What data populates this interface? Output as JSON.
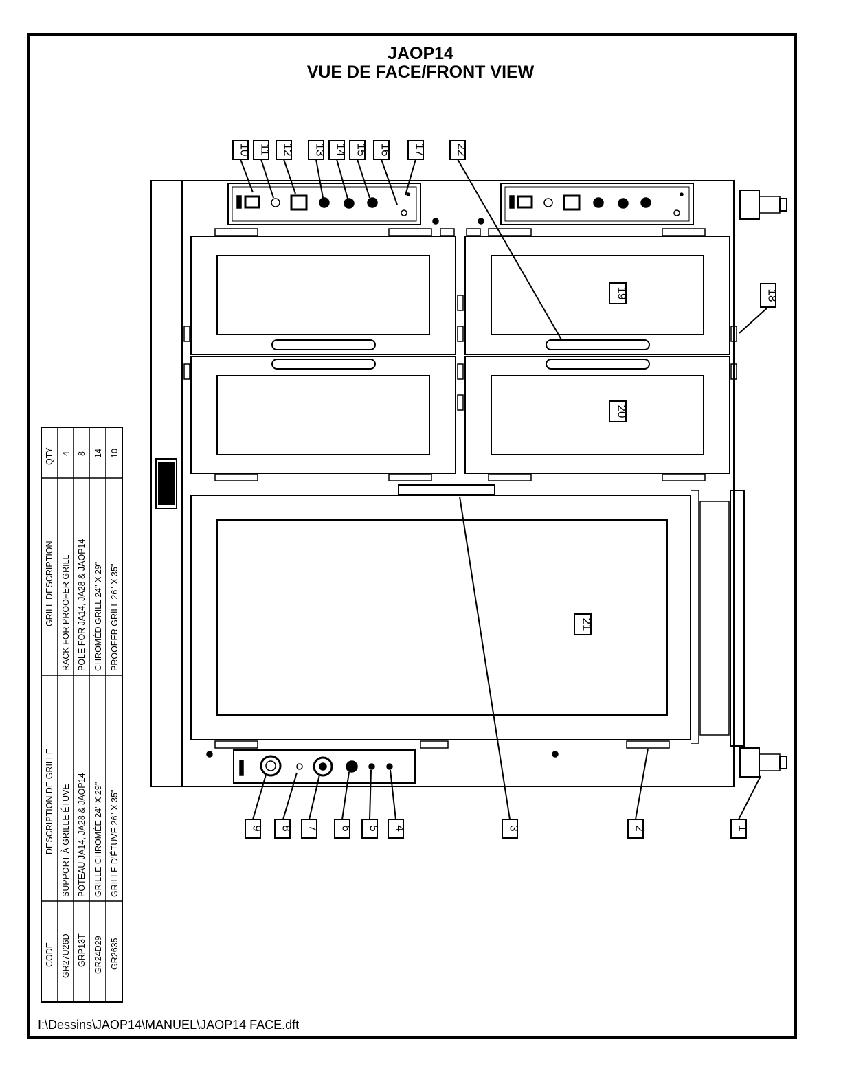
{
  "title": {
    "line1": "JAOP14",
    "line2": "VUE DE FACE/FRONT VIEW"
  },
  "callouts": {
    "top": [
      "10",
      "11",
      "12",
      "13",
      "14",
      "15",
      "16",
      "17",
      "22"
    ],
    "bottom": [
      "9",
      "8",
      "7",
      "6",
      "5",
      "4",
      "3",
      "2",
      "1"
    ],
    "side": [
      "18"
    ],
    "doors": [
      "19",
      "20",
      "21"
    ]
  },
  "parts_table": {
    "headers": {
      "code": "CODE",
      "desc_fr": "DESCRIPTION DE GRILLE",
      "desc_en": "GRILL DESCRIPTION",
      "qty": "QTY"
    },
    "rows": [
      {
        "code": "GR27U26D",
        "desc_fr": "SUPPORT À GRILLE ÉTUVE",
        "desc_en": "RACK FOR PROOFER GRILL",
        "qty": "4"
      },
      {
        "code": "GRP13T",
        "desc_fr": "POTEAU JA14, JA28 & JAOP14",
        "desc_en": "POLE FOR JA14, JA28 & JAOP14",
        "qty": "8"
      },
      {
        "code": "GR24D29",
        "desc_fr": "GRILLE CHROMÉE 24\" X 29\"",
        "desc_en": "CHROMÉD GRILL 24\" X 29\"",
        "qty": "14"
      },
      {
        "code": "GR2635",
        "desc_fr": "GRILLE D'ÉTUVE 26\" X 35\"",
        "desc_en": "PROOFER GRILL 26\" X 35\"",
        "qty": "10"
      }
    ]
  },
  "file_path": "I:\\Dessins\\JAOP14\\MANUEL\\JAOP14 FACE.dft"
}
